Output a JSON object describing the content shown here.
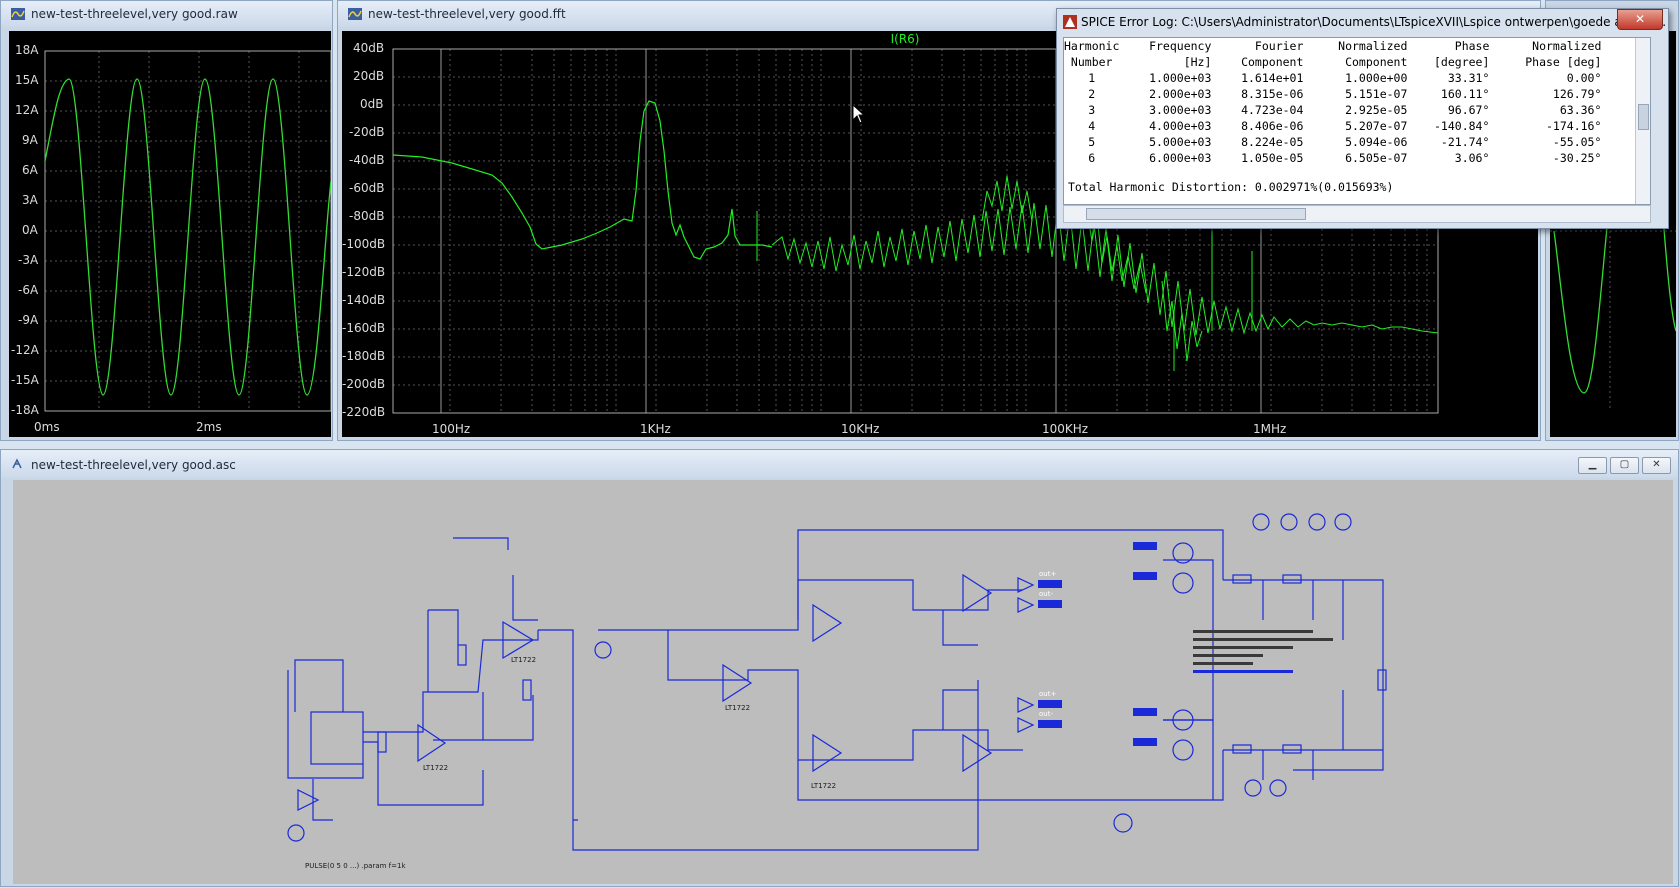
{
  "windows": {
    "raw": {
      "title": "new-test-threelevel,very good.raw"
    },
    "fft": {
      "title": "new-test-threelevel,very good.fft",
      "trace_label": "I(R6)"
    },
    "schematic": {
      "title": "new-test-threelevel,very good.asc"
    }
  },
  "raw_plot": {
    "y_ticks": [
      "18A",
      "15A",
      "12A",
      "9A",
      "6A",
      "3A",
      "0A",
      "-3A",
      "-6A",
      "-9A",
      "-12A",
      "-15A",
      "-18A"
    ],
    "x_ticks": [
      "0ms",
      "2ms"
    ],
    "trace_color": "#33dd33"
  },
  "fft_plot": {
    "y_ticks": [
      "40dB",
      "20dB",
      "0dB",
      "-20dB",
      "-40dB",
      "-60dB",
      "-80dB",
      "-100dB",
      "-120dB",
      "-140dB",
      "-160dB",
      "-180dB",
      "-200dB",
      "-220dB"
    ],
    "x_ticks": [
      "100Hz",
      "1KHz",
      "10KHz",
      "100KHz",
      "1MHz"
    ],
    "trace_color": "#22ee22"
  },
  "error_log": {
    "title": "SPICE Error Log: C:\\Users\\Administrator\\Documents\\LTspiceXVII\\Lspice ontwerpen\\goede amps\\i...",
    "header1": [
      "Harmonic",
      "Frequency",
      "Fourier",
      "Normalized",
      "Phase",
      "Normalized"
    ],
    "header2": [
      "Number",
      "[Hz]",
      "Component",
      "Component",
      "[degree]",
      "Phase [deg]"
    ],
    "rows": [
      [
        "1",
        "1.000e+03",
        "1.614e+01",
        "1.000e+00",
        "33.31°",
        "0.00°"
      ],
      [
        "2",
        "2.000e+03",
        "8.315e-06",
        "5.151e-07",
        "160.11°",
        "126.79°"
      ],
      [
        "3",
        "3.000e+03",
        "4.723e-04",
        "2.925e-05",
        "96.67°",
        "63.36°"
      ],
      [
        "4",
        "4.000e+03",
        "8.406e-06",
        "5.207e-07",
        "-140.84°",
        "-174.16°"
      ],
      [
        "5",
        "5.000e+03",
        "8.224e-05",
        "5.094e-06",
        "-21.74°",
        "-55.05°"
      ],
      [
        "6",
        "6.000e+03",
        "1.050e-05",
        "6.505e-07",
        "3.06°",
        "-30.25°"
      ]
    ],
    "thd": "Total Harmonic Distortion: 0.002971%(0.015693%)",
    "close_label": "✕"
  },
  "schematic_texts": {
    "sim_note": "PULSE(0 5 0 ...) .param f=1k",
    "amp_label": "LT1722",
    "out_labels": [
      "out+",
      "out-",
      "out+",
      "out-"
    ]
  }
}
